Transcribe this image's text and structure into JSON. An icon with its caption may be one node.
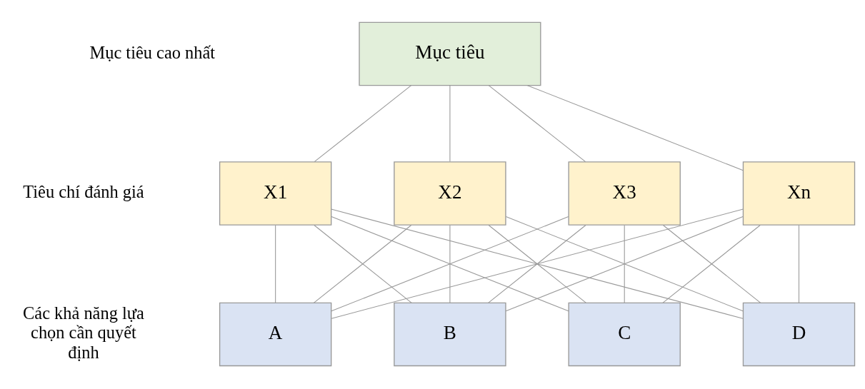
{
  "diagram": {
    "nodes": [
      {
        "text": [
          "Mục tiêu"
        ]
      },
      {
        "text": [
          "X1"
        ]
      },
      {
        "text": [
          "X2"
        ]
      },
      {
        "text": [
          "X3"
        ]
      },
      {
        "text": [
          "Xn"
        ]
      },
      {
        "text": [
          "A"
        ]
      },
      {
        "text": [
          "B"
        ]
      },
      {
        "text": [
          "C"
        ]
      },
      {
        "text": [
          "D"
        ]
      }
    ],
    "edges": [
      {
        "from": 0,
        "to": 1,
        "arrow": "none"
      },
      {
        "from": 0,
        "to": 2,
        "arrow": "none"
      },
      {
        "from": 0,
        "to": 3,
        "arrow": "none"
      },
      {
        "from": 0,
        "to": 4,
        "arrow": "none"
      },
      {
        "from": 1,
        "to": 5,
        "arrow": "none"
      },
      {
        "from": 1,
        "to": 6,
        "arrow": "none"
      },
      {
        "from": 1,
        "to": 7,
        "arrow": "none"
      },
      {
        "from": 1,
        "to": 8,
        "arrow": "none"
      },
      {
        "from": 2,
        "to": 5,
        "arrow": "none"
      },
      {
        "from": 2,
        "to": 6,
        "arrow": "none"
      },
      {
        "from": 2,
        "to": 7,
        "arrow": "none"
      },
      {
        "from": 2,
        "to": 8,
        "arrow": "none"
      },
      {
        "from": 3,
        "to": 5,
        "arrow": "none"
      },
      {
        "from": 3,
        "to": 6,
        "arrow": "none"
      },
      {
        "from": 3,
        "to": 7,
        "arrow": "none"
      },
      {
        "from": 3,
        "to": 8,
        "arrow": "none"
      },
      {
        "from": 4,
        "to": 5,
        "arrow": "none"
      },
      {
        "from": 4,
        "to": 6,
        "arrow": "none"
      },
      {
        "from": 4,
        "to": 7,
        "arrow": "none"
      },
      {
        "from": 4,
        "to": 8,
        "arrow": "none"
      }
    ],
    "labels": [
      "Mục tiêu cao nhất",
      "Tiêu chí đánh giá",
      "Các khả năng lựa chọn cần quyết định"
    ]
  }
}
